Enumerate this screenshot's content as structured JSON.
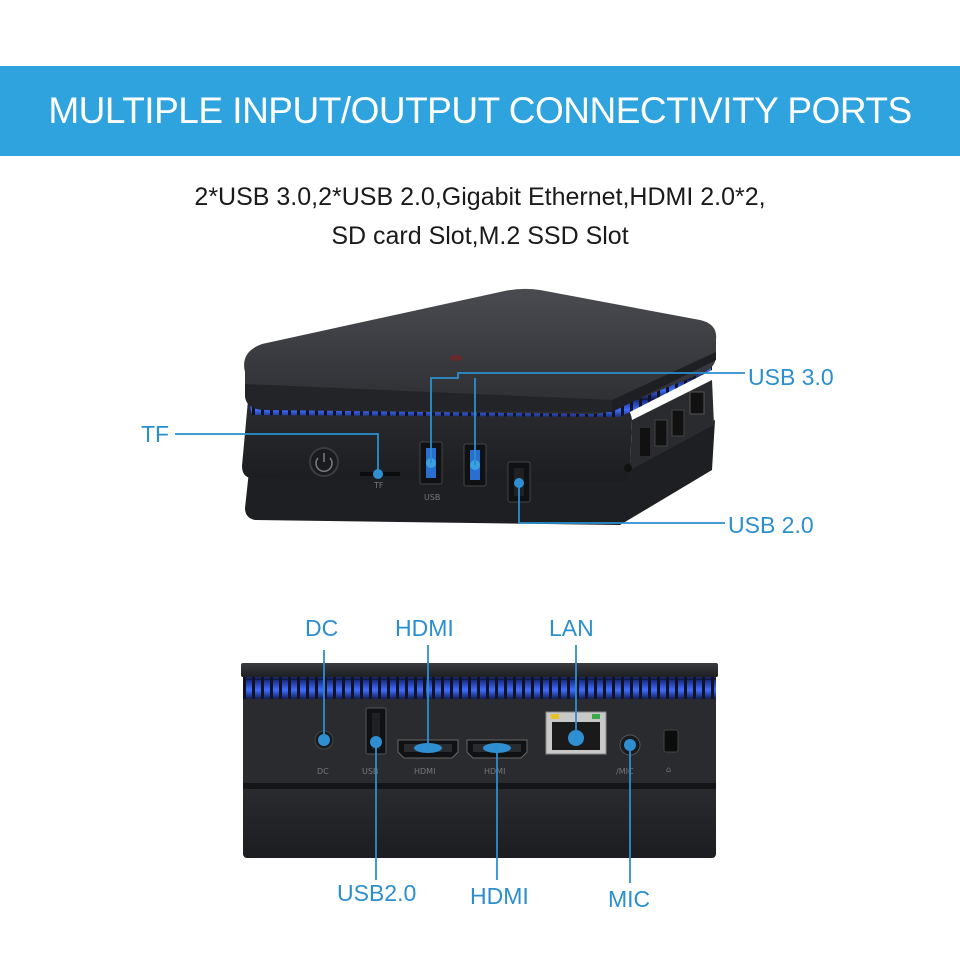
{
  "banner": {
    "title": "MULTIPLE INPUT/OUTPUT CONNECTIVITY PORTS",
    "background": "#2fa3de"
  },
  "subtitle": {
    "line1": "2*USB 3.0,2*USB 2.0,Gigabit Ethernet,HDMI 2.0*2,",
    "line2": "SD card Slot,M.2 SSD Slot"
  },
  "callouts": {
    "usb30": "USB 3.0",
    "tf": "TF",
    "usb20": "USB 2.0",
    "dc": "DC",
    "hdmi_top": "HDMI",
    "lan": "LAN",
    "usb20_bottom": "USB2.0",
    "hdmi_bottom": "HDMI",
    "mic": "MIC"
  },
  "device_labels": {
    "tf": "TF",
    "usb": "USB",
    "dc": "DC",
    "usb_back": "USB",
    "hdmi1": "HDMI",
    "hdmi2": "HDMI",
    "mic": "/MIC"
  },
  "colors": {
    "callout": "#2b8fcf",
    "device_body": "#2a2b2e",
    "led_glow": "#3b6cff"
  }
}
